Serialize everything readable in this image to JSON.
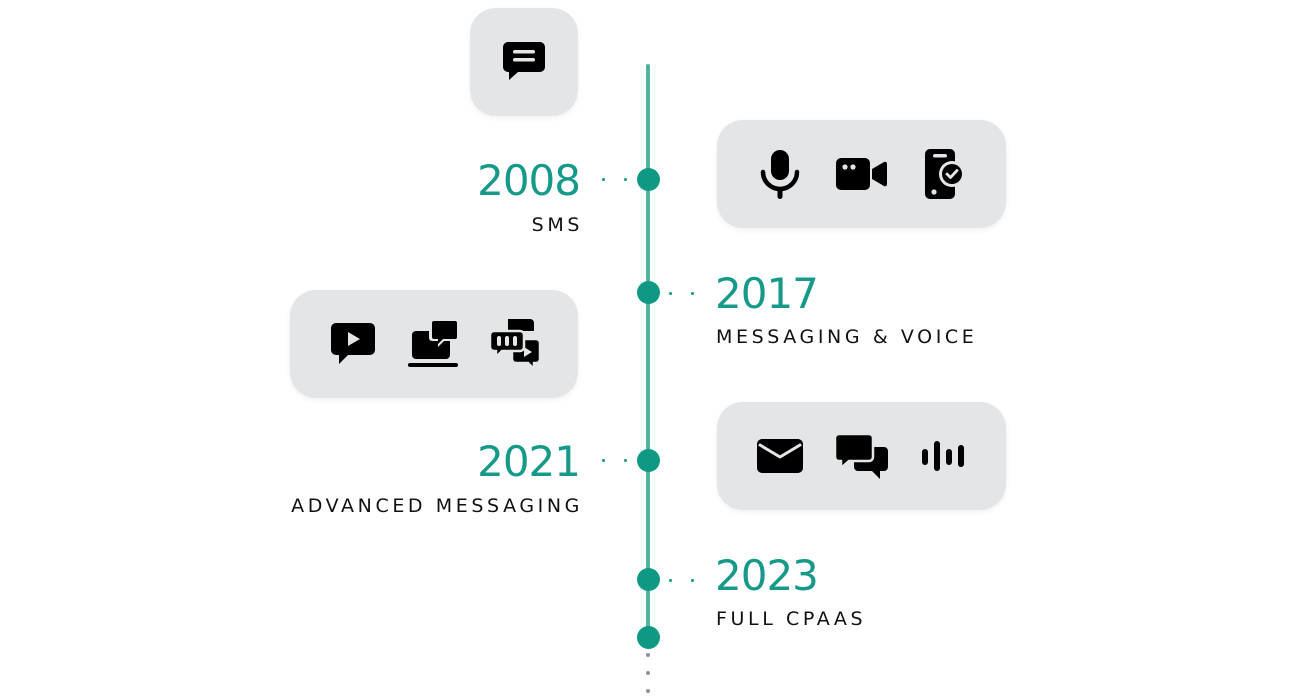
{
  "colors": {
    "accent": "#17998a",
    "line": "#4fb5a1",
    "node": "#0f9884",
    "card_bg": "#e4e5e7",
    "text": "#111111",
    "trail_dots": "#8f9194"
  },
  "top_card": {
    "icons": [
      "chat-message-icon"
    ]
  },
  "milestones": [
    {
      "year": "2008",
      "label": "SMS",
      "side": "left",
      "card_icons": [
        "microphone-icon",
        "video-camera-icon",
        "phone-verified-icon"
      ]
    },
    {
      "year": "2017",
      "label": "MESSAGING & VOICE",
      "side": "right",
      "card_icons": [
        "video-message-icon",
        "laptop-chat-icon",
        "chat-bot-forward-icon"
      ]
    },
    {
      "year": "2021",
      "label": "ADVANCED MESSAGING",
      "side": "left",
      "card_icons": [
        "envelope-icon",
        "conversation-icon",
        "audio-wave-icon"
      ]
    },
    {
      "year": "2023",
      "label": "FULL CPAAS",
      "side": "right",
      "card_icons": []
    }
  ]
}
